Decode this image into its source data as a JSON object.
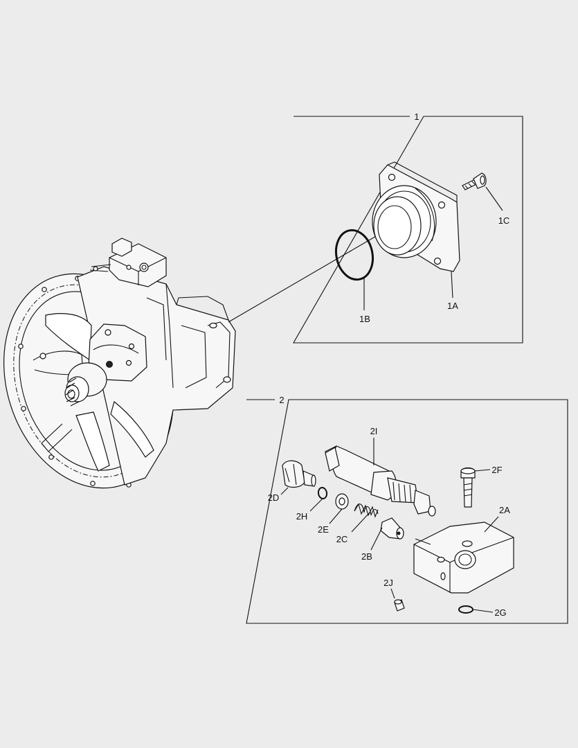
{
  "colors": {
    "background": "#ececec",
    "line": "#111111",
    "part_fill": "#f7f7f7"
  },
  "groups": [
    {
      "id": "1",
      "label": "1",
      "callouts": {
        "1A": "1A",
        "1B": "1B",
        "1C": "1C"
      }
    },
    {
      "id": "2",
      "label": "2",
      "callouts": {
        "2A": "2A",
        "2B": "2B",
        "2C": "2C",
        "2D": "2D",
        "2E": "2E",
        "2F": "2F",
        "2G": "2G",
        "2H": "2H",
        "2I": "2I",
        "2J": "2J"
      }
    }
  ]
}
